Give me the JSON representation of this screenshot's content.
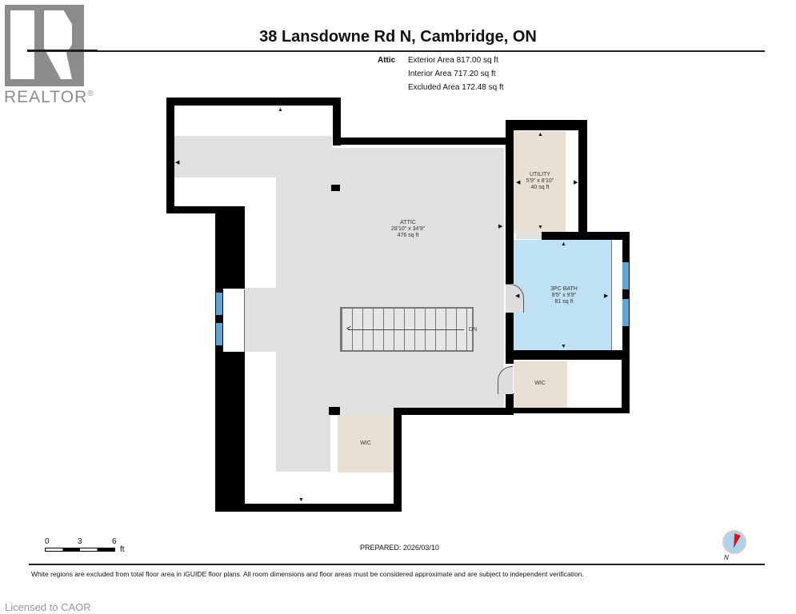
{
  "logo": {
    "text": "REALTOR",
    "mark": "®",
    "icon": "realtor-r-icon"
  },
  "header": {
    "title": "38 Lansdowne Rd N, Cambridge, ON",
    "floor_label": "Attic",
    "areas": [
      "Exterior Area 817.00 sq ft",
      "Interior Area 717.20 sq ft",
      "Excluded Area 172.48 sq ft"
    ]
  },
  "rooms": {
    "attic": {
      "name": "ATTIC",
      "dims": "28'10\" x 34'9\"",
      "area": "476 sq ft"
    },
    "utility": {
      "name": "UTILITY",
      "dims": "5'9\" x 8'10\"",
      "area": "40 sq ft"
    },
    "bath": {
      "name": "3PC BATH",
      "dims": "8'5\" x 9'8\"",
      "area": "81 sq ft"
    },
    "wic_right": {
      "name": "WIC"
    },
    "wic_bottom": {
      "name": "WIC"
    },
    "stairs": {
      "label": "DN"
    }
  },
  "colors": {
    "wall": "#000000",
    "attic": "#e0e0e0",
    "utility": "#e8e0d2",
    "bath": "#bfe1f6",
    "window": "#5aa6d8"
  },
  "footer": {
    "scale": {
      "ticks": [
        "0",
        "3",
        "6"
      ],
      "unit": "ft"
    },
    "prepared": "PREPARED: 2026/03/10",
    "compass_label": "N",
    "disclaimer": "White regions are excluded from total floor area in iGUIDE floor plans. All room dimensions and floor areas must be considered approximate and are subject to independent verification.",
    "licensed": "Licensed to CAOR"
  }
}
